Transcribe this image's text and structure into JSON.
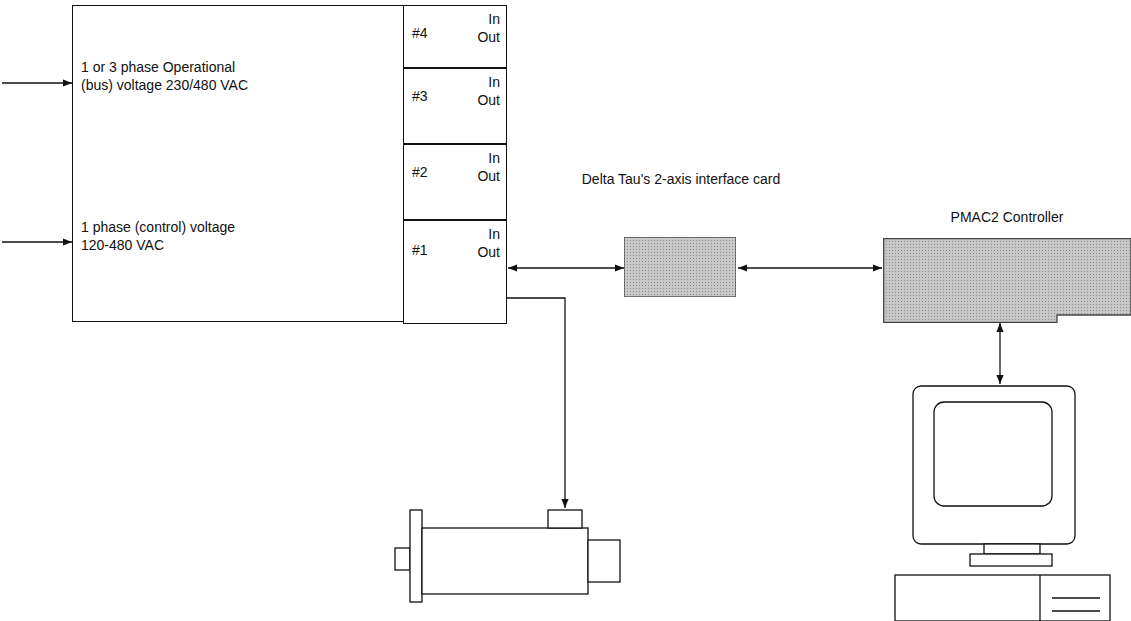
{
  "diagram": {
    "nodes": [
      {
        "text": [
          "1 or 3 phase Operational (bus) voltage 230/480 VAC",
          "1 phase (control) voltage 120-480 VAC"
        ]
      },
      {
        "text": [
          "#4",
          "In",
          "Out"
        ],
        "in": 0
      },
      {
        "text": [
          "#3",
          "In",
          "Out"
        ],
        "in": 0
      },
      {
        "text": [
          "#2",
          "In",
          "Out"
        ],
        "in": 0
      },
      {
        "text": [
          "#1",
          "In",
          "Out"
        ],
        "in": 0
      },
      {
        "text": [
          "Delta Tau's 2-axis interface card"
        ]
      },
      {
        "text": [
          "PMAC2 Controller"
        ]
      }
    ],
    "edges": [
      {
        "from": 4,
        "to": 5,
        "arrow": "both"
      },
      {
        "from": 5,
        "to": 6,
        "arrow": "both"
      }
    ]
  }
}
